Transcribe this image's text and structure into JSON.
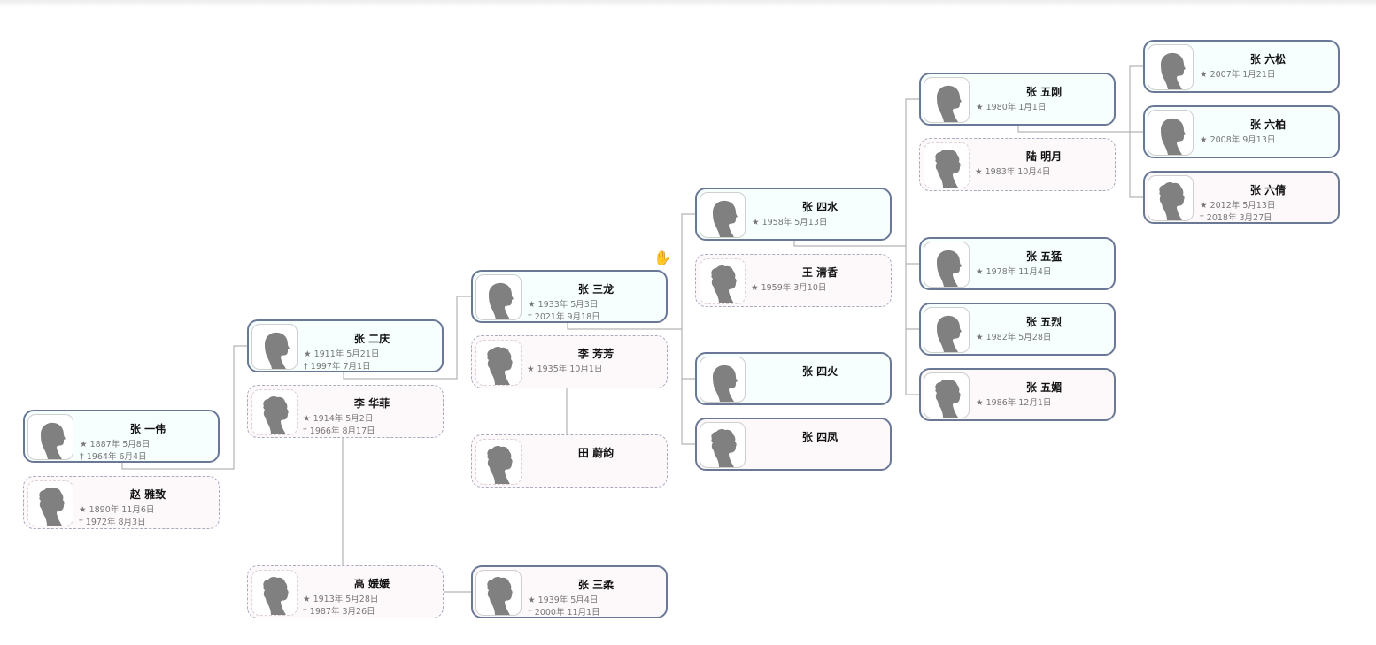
{
  "symbols": {
    "birth": "★",
    "death": "†"
  },
  "colors": {
    "blood_border": "#6a7896",
    "spouse_border": "#a9a9c2",
    "male_bg": "#f6fefe",
    "female_bg": "#fdf8fa",
    "link": "#b3b3b3"
  },
  "persons": [
    {
      "id": "p1",
      "name": "张 一伟",
      "gender": "m",
      "type": "blood",
      "birth": "1887年 5月8日",
      "death": "1964年 6月4日"
    },
    {
      "id": "p2",
      "name": "赵 雅致",
      "gender": "f",
      "type": "spouse",
      "birth": "1890年 11月6日",
      "death": "1972年 8月3日"
    },
    {
      "id": "p3",
      "name": "张 二庆",
      "gender": "m",
      "type": "blood",
      "birth": "1911年 5月21日",
      "death": "1997年 7月1日"
    },
    {
      "id": "p4",
      "name": "李 华菲",
      "gender": "f",
      "type": "spouse",
      "birth": "1914年 5月2日",
      "death": "1966年 8月17日"
    },
    {
      "id": "p5",
      "name": "高 媛媛",
      "gender": "f",
      "type": "spouse",
      "birth": "1913年 5月28日",
      "death": "1987年 3月26日"
    },
    {
      "id": "p6",
      "name": "张 三龙",
      "gender": "m",
      "type": "blood",
      "birth": "1933年 5月3日",
      "death": "2021年 9月18日"
    },
    {
      "id": "p7",
      "name": "李 芳芳",
      "gender": "f",
      "type": "spouse",
      "birth": "1935年 10月1日",
      "death": null
    },
    {
      "id": "p8",
      "name": "田 蔚韵",
      "gender": "f",
      "type": "spouse",
      "birth": null,
      "death": null
    },
    {
      "id": "p9",
      "name": "张 三柔",
      "gender": "f",
      "type": "blood",
      "birth": "1939年 5月4日",
      "death": "2000年 11月1日"
    },
    {
      "id": "p10",
      "name": "张 四水",
      "gender": "m",
      "type": "blood",
      "birth": "1958年 5月13日",
      "death": null
    },
    {
      "id": "p11",
      "name": "王 清香",
      "gender": "f",
      "type": "spouse",
      "birth": "1959年 3月10日",
      "death": null
    },
    {
      "id": "p12",
      "name": "张 四火",
      "gender": "m",
      "type": "blood",
      "birth": null,
      "death": null
    },
    {
      "id": "p13",
      "name": "张 四凤",
      "gender": "f",
      "type": "blood",
      "birth": null,
      "death": null
    },
    {
      "id": "p14",
      "name": "张 五刚",
      "gender": "m",
      "type": "blood",
      "birth": "1980年 1月1日",
      "death": null
    },
    {
      "id": "p15",
      "name": "陆 明月",
      "gender": "f",
      "type": "spouse",
      "birth": "1983年 10月4日",
      "death": null
    },
    {
      "id": "p16",
      "name": "张 五猛",
      "gender": "m",
      "type": "blood",
      "birth": "1978年 11月4日",
      "death": null
    },
    {
      "id": "p17",
      "name": "张 五烈",
      "gender": "m",
      "type": "blood",
      "birth": "1982年 5月28日",
      "death": null
    },
    {
      "id": "p18",
      "name": "张 五媚",
      "gender": "f",
      "type": "blood",
      "birth": "1986年 12月1日",
      "death": null
    },
    {
      "id": "p19",
      "name": "张 六松",
      "gender": "m",
      "type": "blood",
      "birth": "2007年 1月21日",
      "death": null
    },
    {
      "id": "p20",
      "name": "张 六柏",
      "gender": "m",
      "type": "blood",
      "birth": "2008年 9月13日",
      "death": null
    },
    {
      "id": "p21",
      "name": "张 六倩",
      "gender": "f",
      "type": "blood",
      "birth": "2012年 5月13日",
      "death": "2018年 3月27日"
    }
  ]
}
